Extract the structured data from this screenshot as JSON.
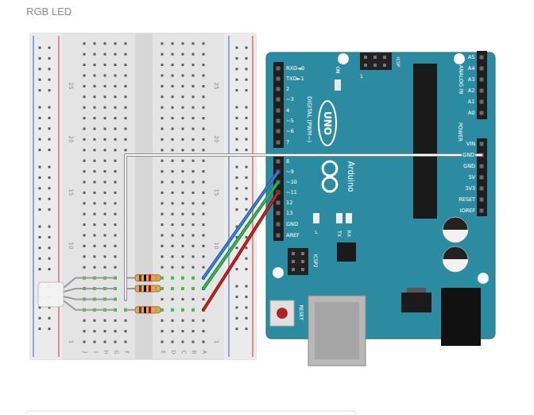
{
  "diagram": {
    "title": "RGB LED",
    "labels": [
      "25",
      "20",
      "15",
      "10",
      "1",
      "25",
      "20",
      "15",
      "10",
      "1",
      "J",
      "I",
      "H",
      "G",
      "F",
      "E",
      "D",
      "C",
      "B",
      "A",
      "RXD◄0",
      "TXD►1",
      "2",
      "~3",
      "4",
      "~5",
      "~6",
      "7",
      "8",
      "~9",
      "~10",
      "~11",
      "12",
      "13",
      "GND",
      "AREF",
      "DIGITAL (PWM~)",
      "ON",
      "ICSP",
      "1",
      "UNO",
      "Arduino",
      "ANALOG IN",
      "A5",
      "A4",
      "A3",
      "A2",
      "A1",
      "A0",
      "POWER",
      "VIN",
      "GND",
      "GND",
      "5V",
      "3V3",
      "RESET",
      "IOREF",
      "L",
      "TX",
      "RX",
      "ICSP2",
      "RESET"
    ]
  }
}
